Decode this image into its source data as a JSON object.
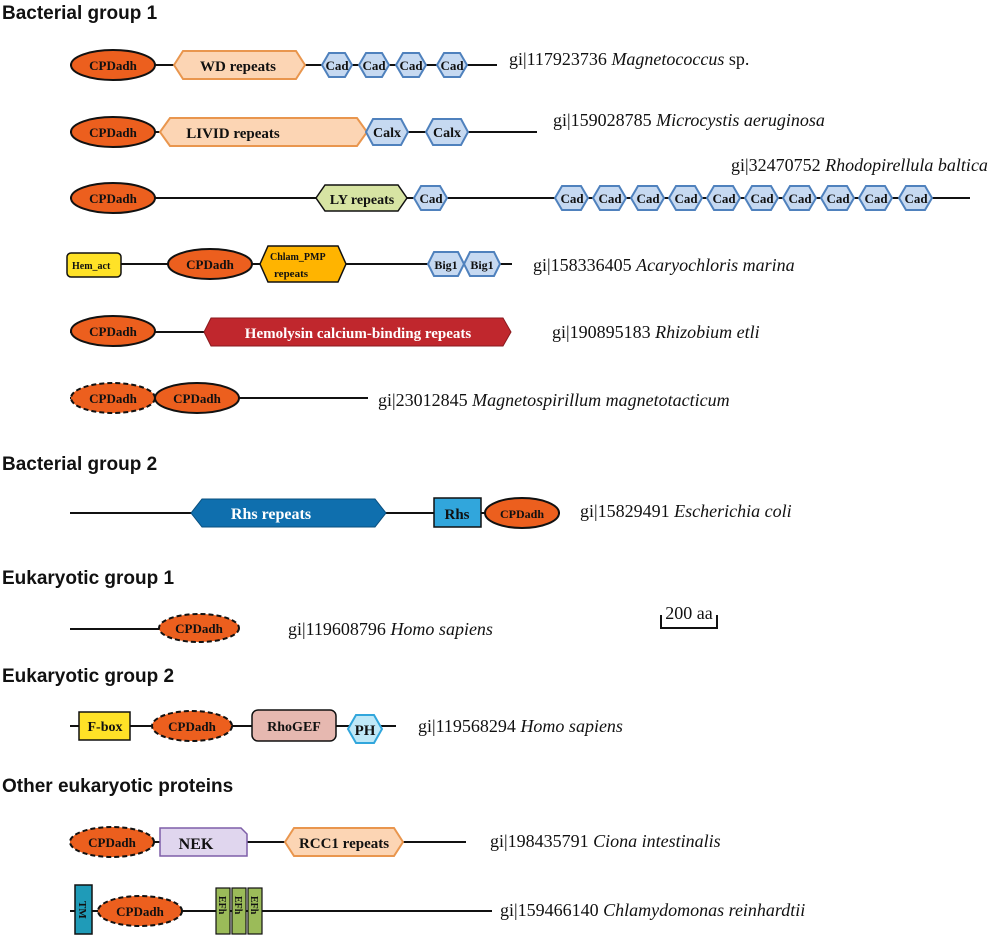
{
  "headings": {
    "bacterial_group_1": "Bacterial group 1",
    "bacterial_group_2": "Bacterial group 2",
    "eukaryotic_group_1": "Eukaryotic group 1",
    "eukaryotic_group_2": "Eukaryotic group 2",
    "other_eukaryotic": "Other eukaryotic proteins"
  },
  "domain_labels": {
    "cpdadh": "CPDadh",
    "wd": "WD repeats",
    "livid": "LIVID repeats",
    "ly": "LY repeats",
    "cad": "Cad",
    "calx": "Calx",
    "hem_act": "Hem_act",
    "chlam_pmp": "Chlam_PMP",
    "repeats": "repeats",
    "big1": "Big1",
    "hemolysin": "Hemolysin calcium-binding repeats",
    "rhs_repeats": "Rhs repeats",
    "rhs": "Rhs",
    "fbox": "F-box",
    "rhogef": "RhoGEF",
    "ph": "PH",
    "nek": "NEK",
    "rcc1": "RCC1 repeats",
    "tm": "TM",
    "efh": "EFh"
  },
  "proteins": [
    {
      "accession": "gi|117923736",
      "species": "Magnetococcus",
      "suffix": " sp."
    },
    {
      "accession": "gi|159028785",
      "species": "Microcystis aeruginosa",
      "suffix": ""
    },
    {
      "accession": "gi|32470752",
      "species": "Rhodopirellula baltica",
      "suffix": ""
    },
    {
      "accession": "gi|158336405",
      "species": "Acaryochloris marina",
      "suffix": ""
    },
    {
      "accession": "gi|190895183",
      "species": "Rhizobium etli",
      "suffix": ""
    },
    {
      "accession": "gi|23012845",
      "species": "Magnetospirillum magnetotacticum",
      "suffix": ""
    },
    {
      "accession": "gi|15829491",
      "species": "Escherichia coli",
      "suffix": ""
    },
    {
      "accession": "gi|119608796",
      "species": "Homo sapiens",
      "suffix": ""
    },
    {
      "accession": "gi|119568294",
      "species": "Homo sapiens",
      "suffix": ""
    },
    {
      "accession": "gi|198435791",
      "species": "Ciona intestinalis",
      "suffix": ""
    },
    {
      "accession": "gi|159466140",
      "species": "Chlamydomonas reinhardtii",
      "suffix": ""
    }
  ],
  "scale_bar": {
    "label": "200 aa"
  },
  "colors": {
    "cpdadh": "#ec5f1e",
    "cad_fill": "#c6d9f1",
    "cad_stroke": "#4f81bd",
    "wd_fill": "#fcd5b4",
    "wd_stroke": "#e9964e",
    "ly": "#d7e4a3",
    "hem_act": "#ffe227",
    "chlam_pmp": "#ffb400",
    "hemolysin": "#c0272d",
    "rhs_repeats": "#0f6fae",
    "rhs": "#31a6dc",
    "fbox": "#ffe227",
    "rhogef": "#e6b8b0",
    "ph": "#bfe8f7",
    "nek": "#e0d6ee",
    "tm": "#1f9bb8",
    "efh": "#9bbb59"
  }
}
